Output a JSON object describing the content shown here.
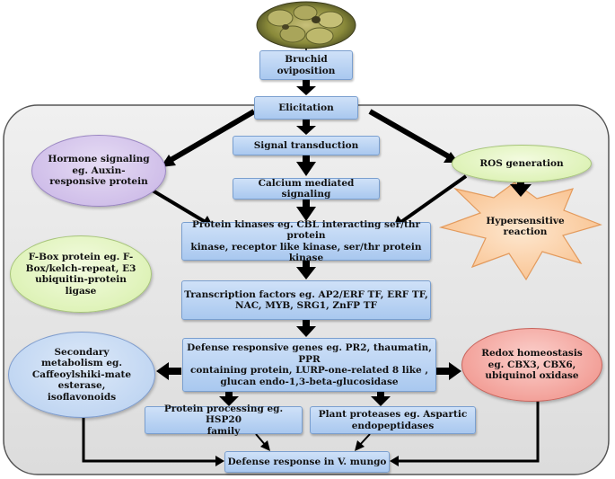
{
  "nodes": {
    "bruchid": "Bruchid\noviposition",
    "elicitation": "Elicitation",
    "signal": "Signal transduction",
    "calcium": "Calcium mediated signaling",
    "hormone": "Hormone signaling\neg. Auxin-\nresponsive protein",
    "ros": "ROS generation",
    "hypersensitive": "Hypersensitive\nreaction",
    "kinases": "Protein kinases eg. CBL interacting ser/thr protein\nkinase, receptor like kinase, ser/thr protein kinase",
    "fbox": "F-Box protein  eg. F-\nBox/kelch-repeat, E3\nubiquitin-protein\nligase",
    "transcription": "Transcription factors eg. AP2/ERF TF, ERF TF,\nNAC, MYB, SRG1, ZnFP  TF",
    "secondary": "Secondary\nmetabolism eg.\nCaffeoylshiki-mate\nesterase,\nisoflavonoids",
    "defense_genes": "Defense responsive genes  eg. PR2, thaumatin, PPR\ncontaining protein, LURP-one-related 8 like ,\nglucan endo-1,3-beta-glucosidase",
    "redox": "Redox homeostasis\neg. CBX3, CBX6,\nubiquinol oxidase",
    "processing": "Protein processing eg. HSP20\nfamily",
    "proteases": "Plant proteases eg. Aspartic\nendopeptidases",
    "response": "Defense response in V. mungo"
  },
  "colors": {
    "box_fill": "#bcd4f3",
    "panel_fill": "#e6e6e6",
    "arrow": "#000000",
    "hormone": "#d2c2ea",
    "green": "#e4f5c4",
    "secondary": "#c9dcf4",
    "redox": "#f4a79f",
    "star": "#fcd3ae"
  }
}
